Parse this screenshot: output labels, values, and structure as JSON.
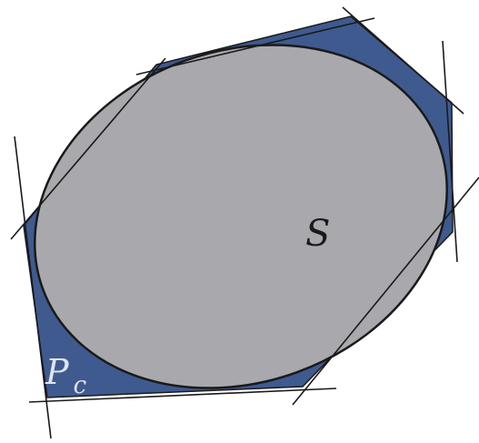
{
  "figure": {
    "set_label": "S",
    "polygon_label_main": "P",
    "polygon_label_sub": "c"
  },
  "colors": {
    "polygon_fill": "#3f5a8f",
    "ellipse_fill": "#a8a8ad",
    "stroke": "#1a1a1a",
    "polygon_label": "#dfe4ee",
    "background": "#ffffff"
  }
}
